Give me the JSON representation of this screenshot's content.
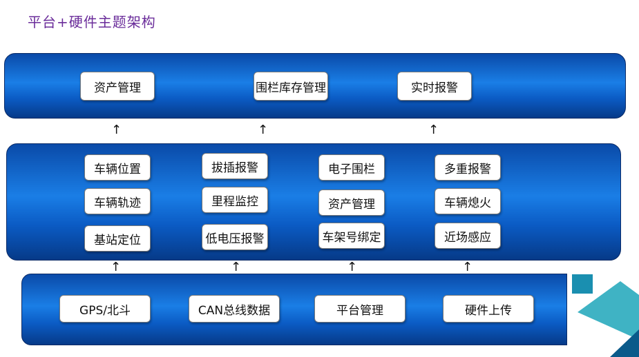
{
  "title": "平台+硬件主题架构",
  "top_layer": {
    "boxes": [
      "资产管理",
      "围栏库存管理",
      "实时报警"
    ]
  },
  "middle_layer": {
    "columns": [
      [
        "车辆位置",
        "车辆轨迹",
        "基站定位"
      ],
      [
        "拔插报警",
        "里程监控",
        "低电压报警"
      ],
      [
        "电子围栏",
        "资产管理",
        "车架号绑定"
      ],
      [
        "多重报警",
        "车辆熄火",
        "近场感应"
      ]
    ]
  },
  "bottom_layer": {
    "boxes": [
      "GPS/北斗",
      "CAN总线数据",
      "平台管理",
      "硬件上传"
    ]
  },
  "arrow_glyph": "↑",
  "colors": {
    "band_dark": "#063a88",
    "band_light": "#1a7ee6",
    "title": "#6a2c9a",
    "deco_teal": "#3fb3c4",
    "deco_dark": "#0a5a8a"
  }
}
